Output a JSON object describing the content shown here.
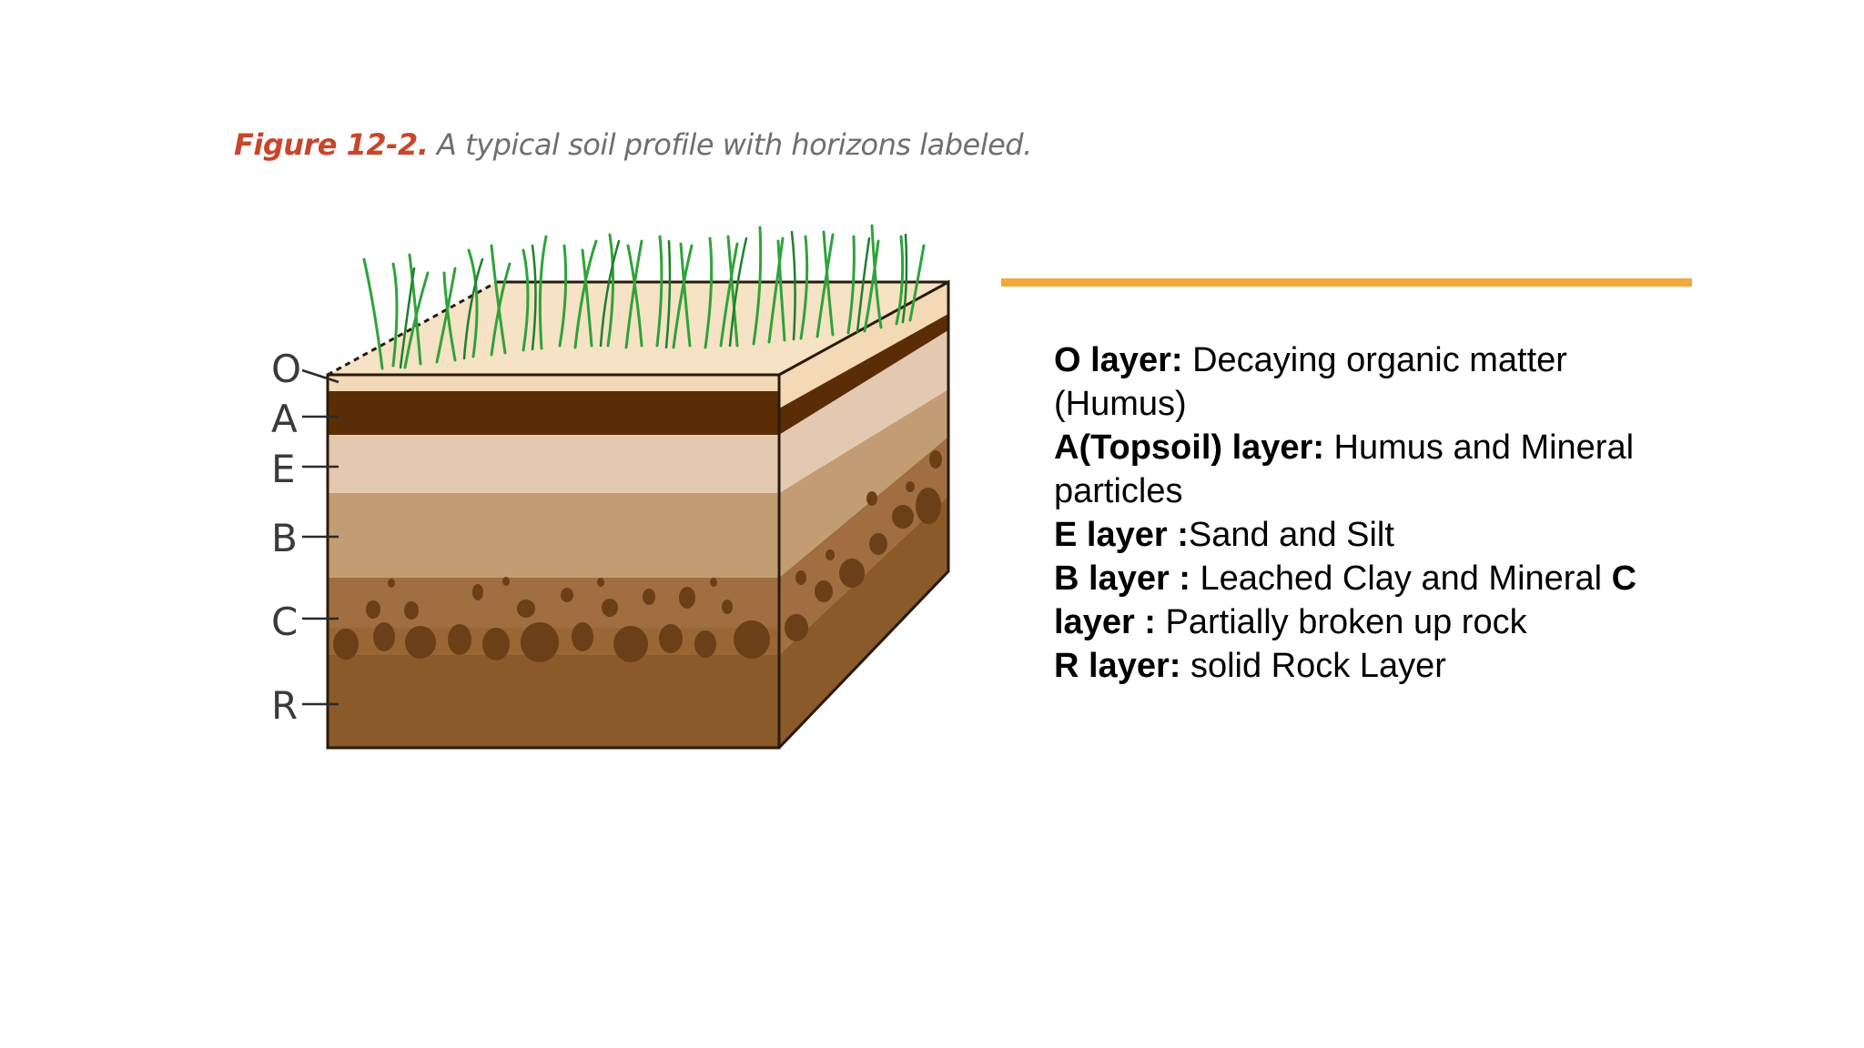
{
  "caption": {
    "figure_number": "Figure 12-2.",
    "text": "A typical soil profile with horizons labeled."
  },
  "horizon_labels": [
    "O",
    "A",
    "E",
    "B",
    "C",
    "R"
  ],
  "legend": {
    "o_term": "O layer:",
    "o_desc": " Decaying organic matter (Humus)",
    "a_term": "A(Topsoil) layer:",
    "a_desc": " Humus and Mineral particles",
    "e_term": "E layer :",
    "e_desc": "Sand and Silt",
    "b_term": "B layer :",
    "b_desc": " Leached Clay and Mineral ",
    "c_term": "C layer :",
    "c_desc": " Partially broken up rock",
    "r_term": "R layer:",
    "r_desc": " solid Rock Layer"
  },
  "colors": {
    "caption_accent": "#c8462b",
    "accent_line": "#f2a93b",
    "layer_o": "#f3d9b6",
    "layer_a": "#5a2d06",
    "layer_e": "#e3c9b0",
    "layer_b": "#c29d74",
    "layer_c": "#a06e40",
    "layer_r": "#8a5a2a",
    "grass": "#2fa33a"
  }
}
